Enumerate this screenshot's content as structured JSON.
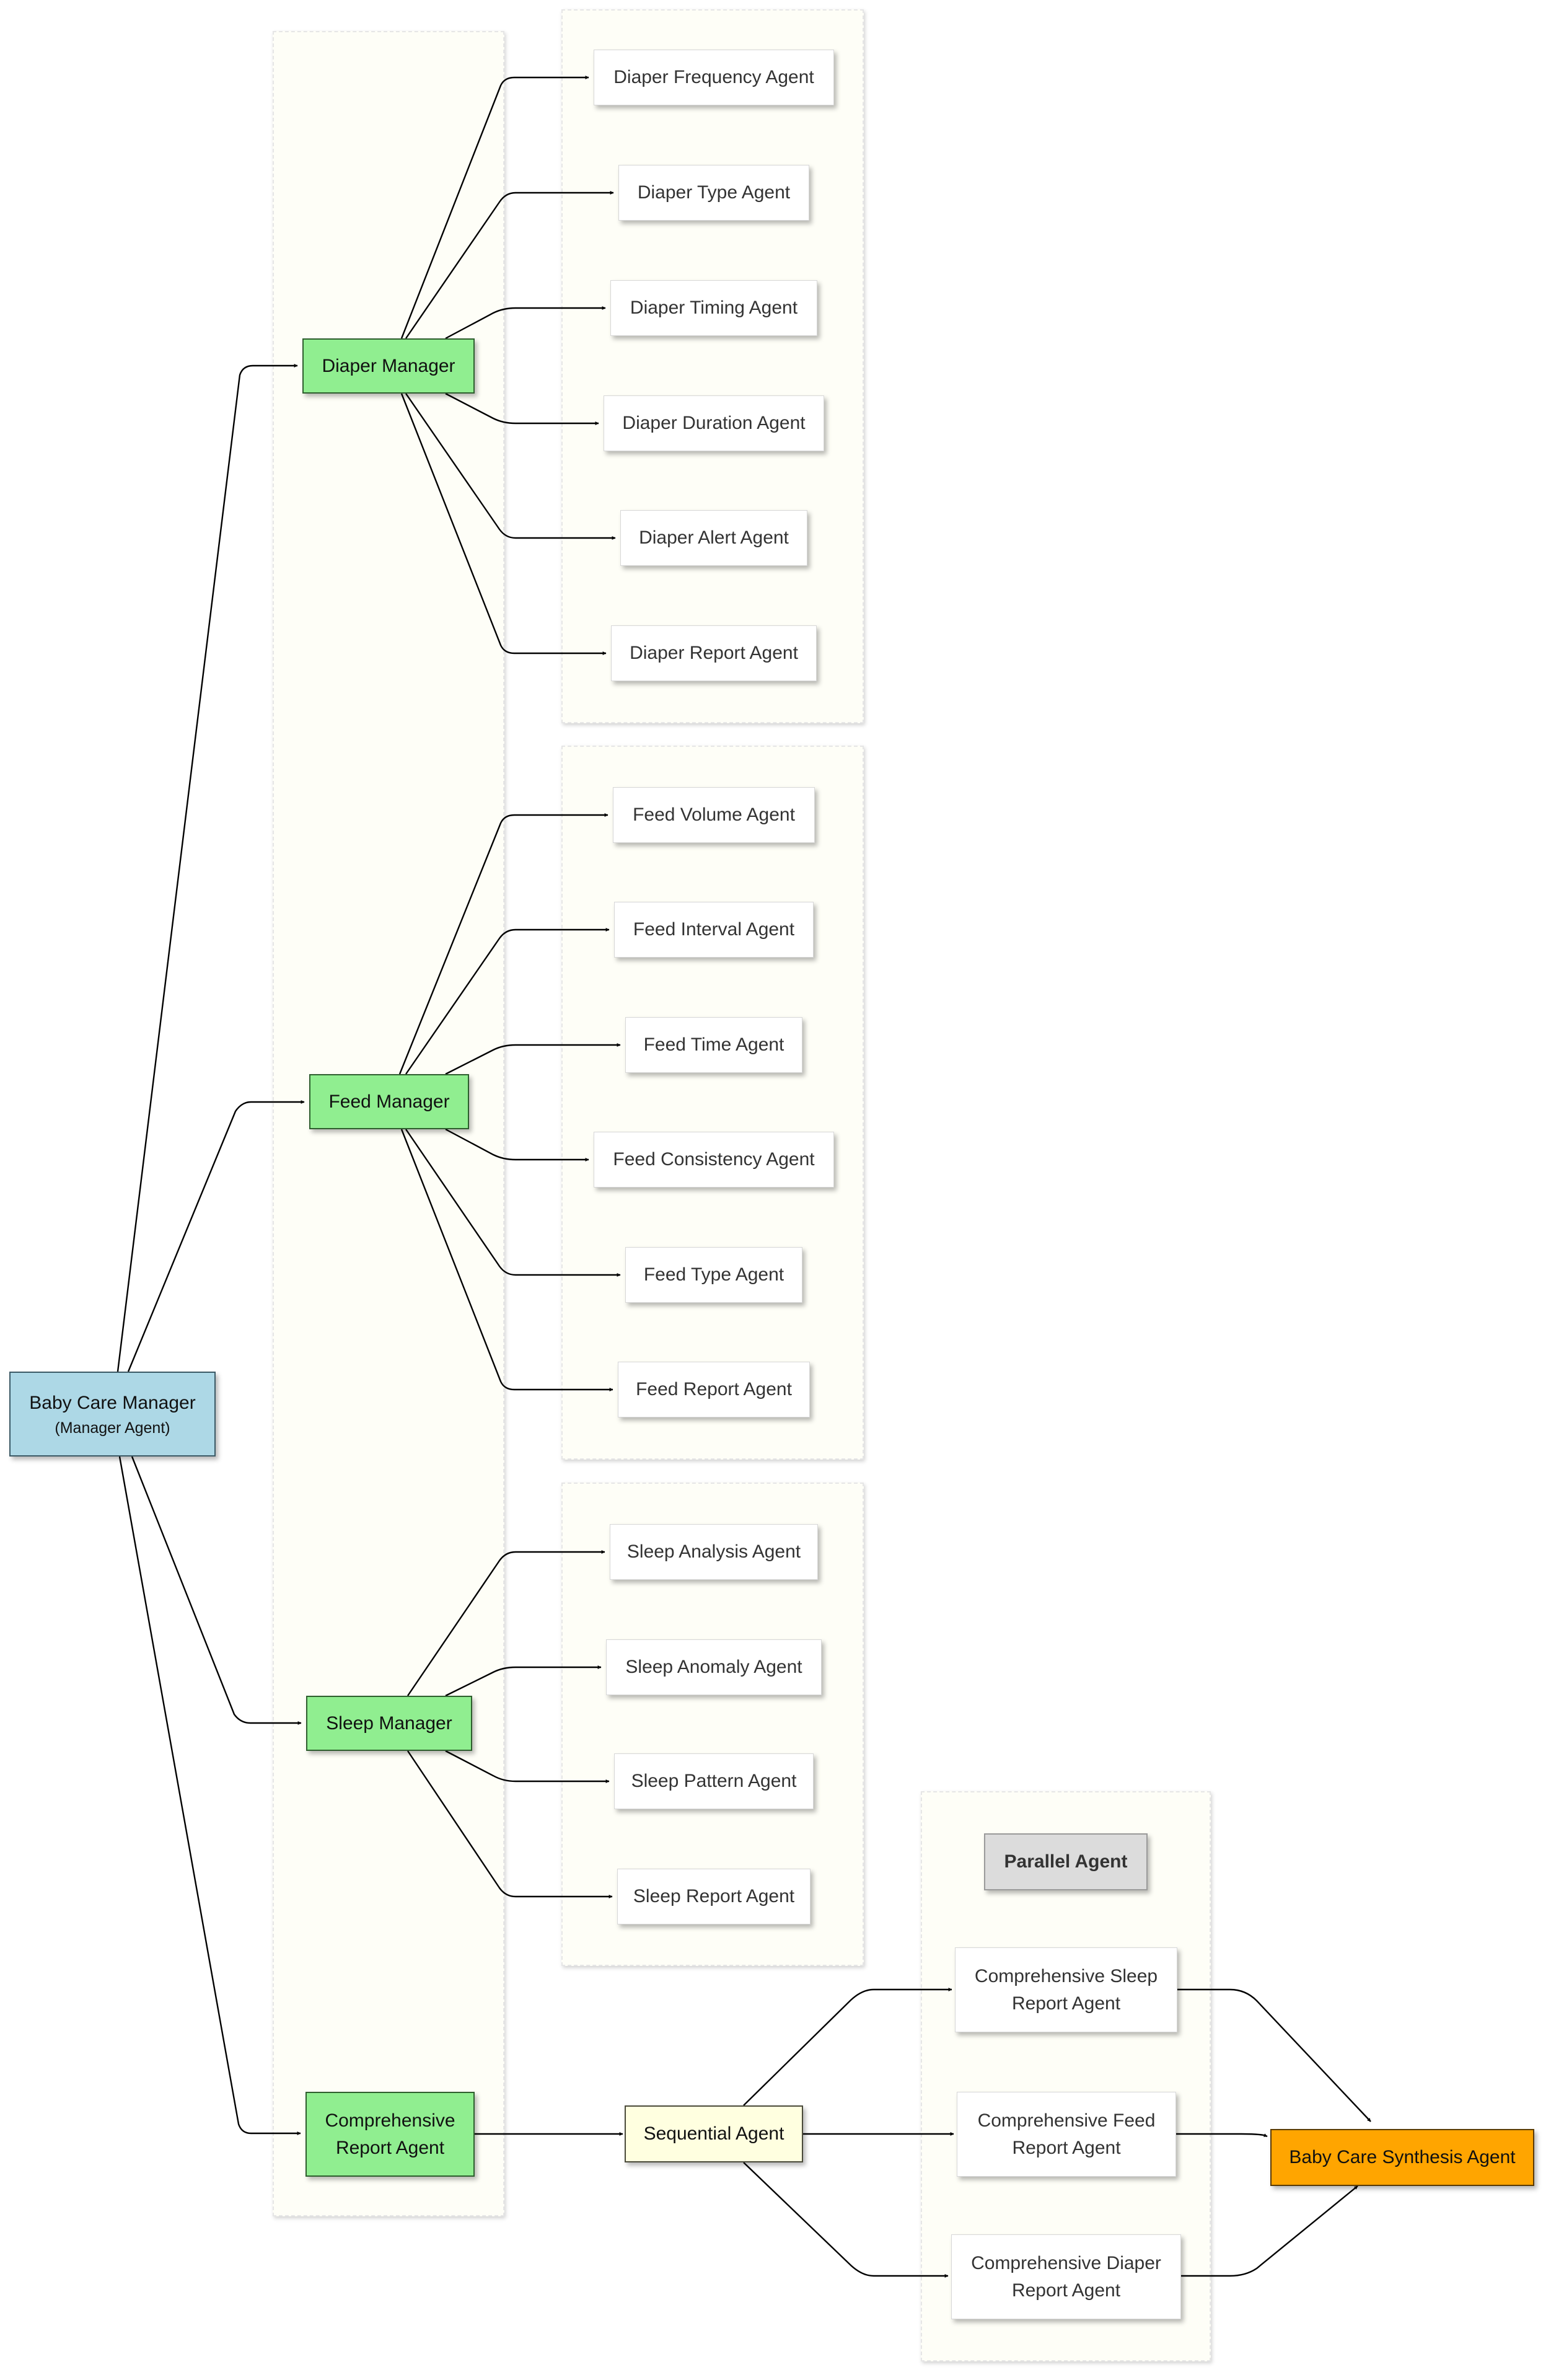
{
  "colors": {
    "manager_fill": "#90ee90",
    "root_fill": "#add8e6",
    "sequential_fill": "#ffffe0",
    "parallel_fill": "#dcdcdc",
    "synthesis_fill": "#ffa500",
    "cluster_fill": "#fefef7",
    "edge": "#000000"
  },
  "root": {
    "title": "Baby Care Manager",
    "subtitle": "(Manager Agent)"
  },
  "managers": {
    "diaper": "Diaper Manager",
    "feed": "Feed Manager",
    "sleep": "Sleep Manager",
    "comprehensive": [
      "Comprehensive",
      "Report Agent"
    ]
  },
  "diaper_agents": [
    "Diaper Frequency Agent",
    "Diaper Type Agent",
    "Diaper Timing Agent",
    "Diaper Duration Agent",
    "Diaper Alert Agent",
    "Diaper Report Agent"
  ],
  "feed_agents": [
    "Feed Volume Agent",
    "Feed Interval Agent",
    "Feed Time Agent",
    "Feed Consistency Agent",
    "Feed Type Agent",
    "Feed Report Agent"
  ],
  "sleep_agents": [
    "Sleep Analysis Agent",
    "Sleep Anomaly Agent",
    "Sleep Pattern Agent",
    "Sleep Report Agent"
  ],
  "sequential": "Sequential Agent",
  "parallel": {
    "title": "Parallel Agent",
    "agents": [
      [
        "Comprehensive Sleep",
        "Report Agent"
      ],
      [
        "Comprehensive Feed",
        "Report Agent"
      ],
      [
        "Comprehensive Diaper",
        "Report Agent"
      ]
    ]
  },
  "synthesis": "Baby Care Synthesis Agent"
}
